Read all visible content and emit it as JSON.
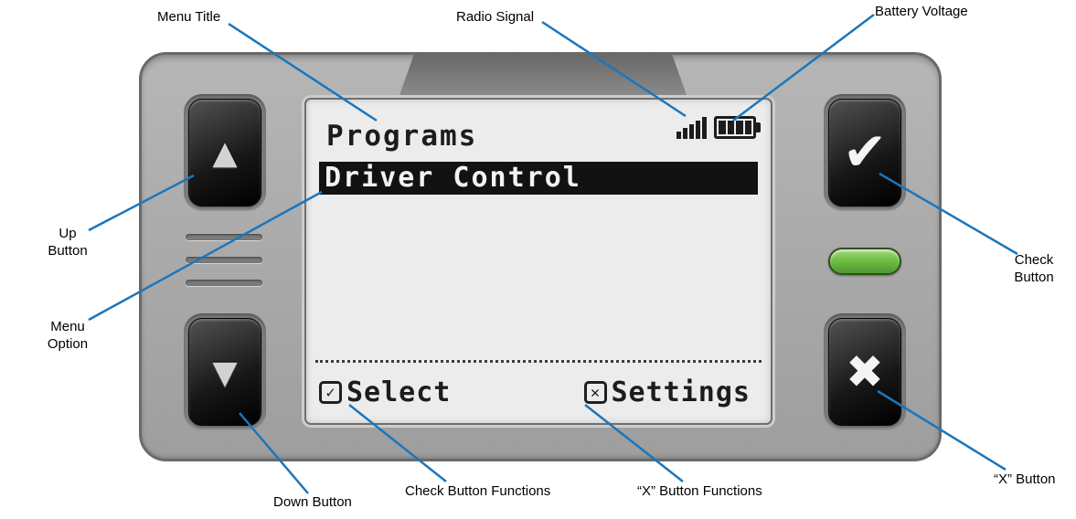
{
  "callouts": {
    "menu_title": "Menu Title",
    "radio_signal": "Radio Signal",
    "battery_voltage": "Battery Voltage",
    "up_button": "Up\nButton",
    "check_button": "Check\nButton",
    "menu_option": "Menu\nOption",
    "down_button": "Down Button",
    "check_button_functions": "Check Button Functions",
    "x_button_functions": "“X” Button Functions",
    "x_button": "“X” Button"
  },
  "screen": {
    "menu_title": "Programs",
    "selected_option": "Driver Control",
    "softkey_check": {
      "icon": "✓",
      "label": "Select"
    },
    "softkey_x": {
      "icon": "✕",
      "label": "Settings"
    }
  },
  "buttons": {
    "up": "▲",
    "down": "▼",
    "check": "✔",
    "x": "✖"
  },
  "colors": {
    "callout_line": "#1b76bc",
    "led_green": "#6fbf44",
    "screen_bg": "#ececec",
    "device_gray": "#a8a8a8"
  }
}
